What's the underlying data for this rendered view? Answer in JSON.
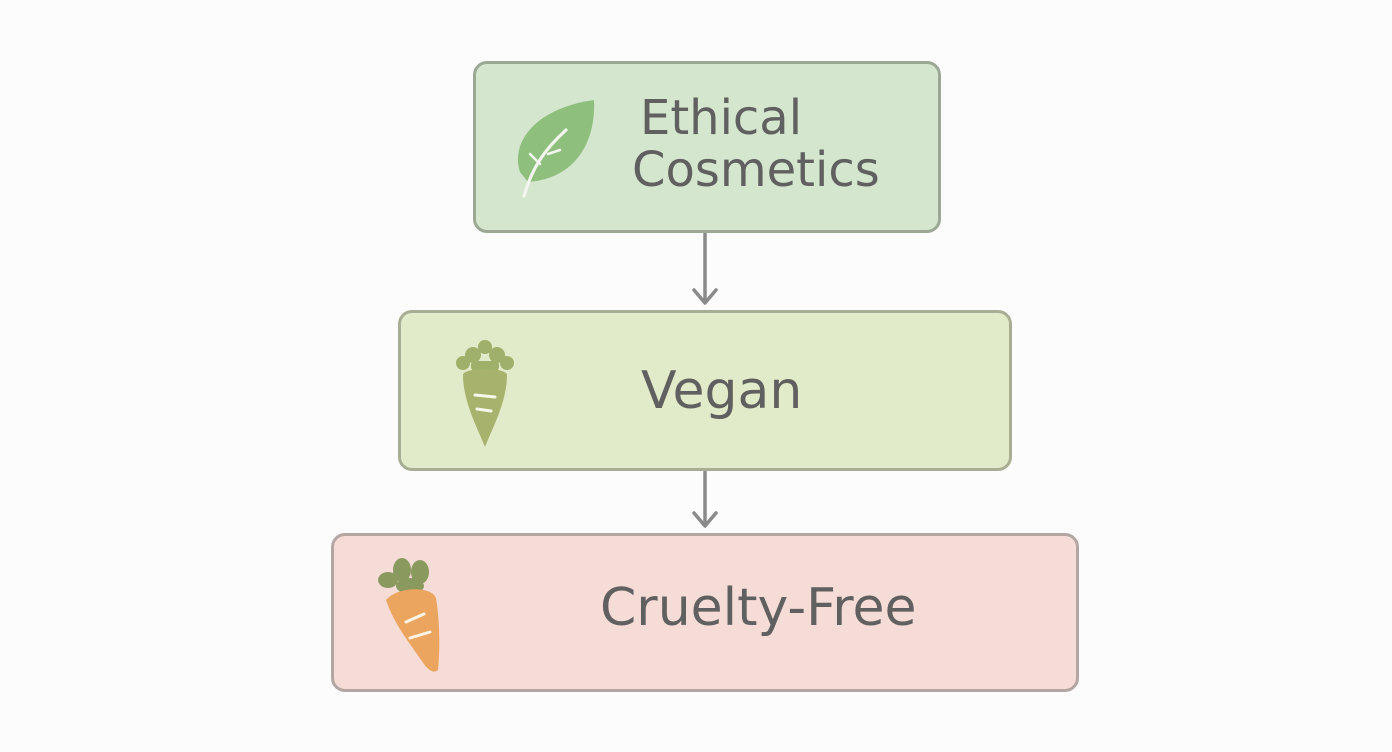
{
  "diagram": {
    "nodes": [
      {
        "id": "ethical",
        "label_line1": "Ethical",
        "label_line2": "Cosmetics",
        "icon": "leaf-icon",
        "fill": "#d4e6ce"
      },
      {
        "id": "vegan",
        "label": "Vegan",
        "icon": "sprout-root-icon",
        "fill": "#e2ebc9"
      },
      {
        "id": "cruelty",
        "label": "Cruelty-Free",
        "icon": "carrot-icon",
        "fill": "#f6dcd7"
      }
    ],
    "edges": [
      {
        "from": "ethical",
        "to": "vegan"
      },
      {
        "from": "vegan",
        "to": "cruelty"
      }
    ],
    "colors": {
      "connector": "#8a8a8a",
      "text": "#5f605f"
    }
  }
}
